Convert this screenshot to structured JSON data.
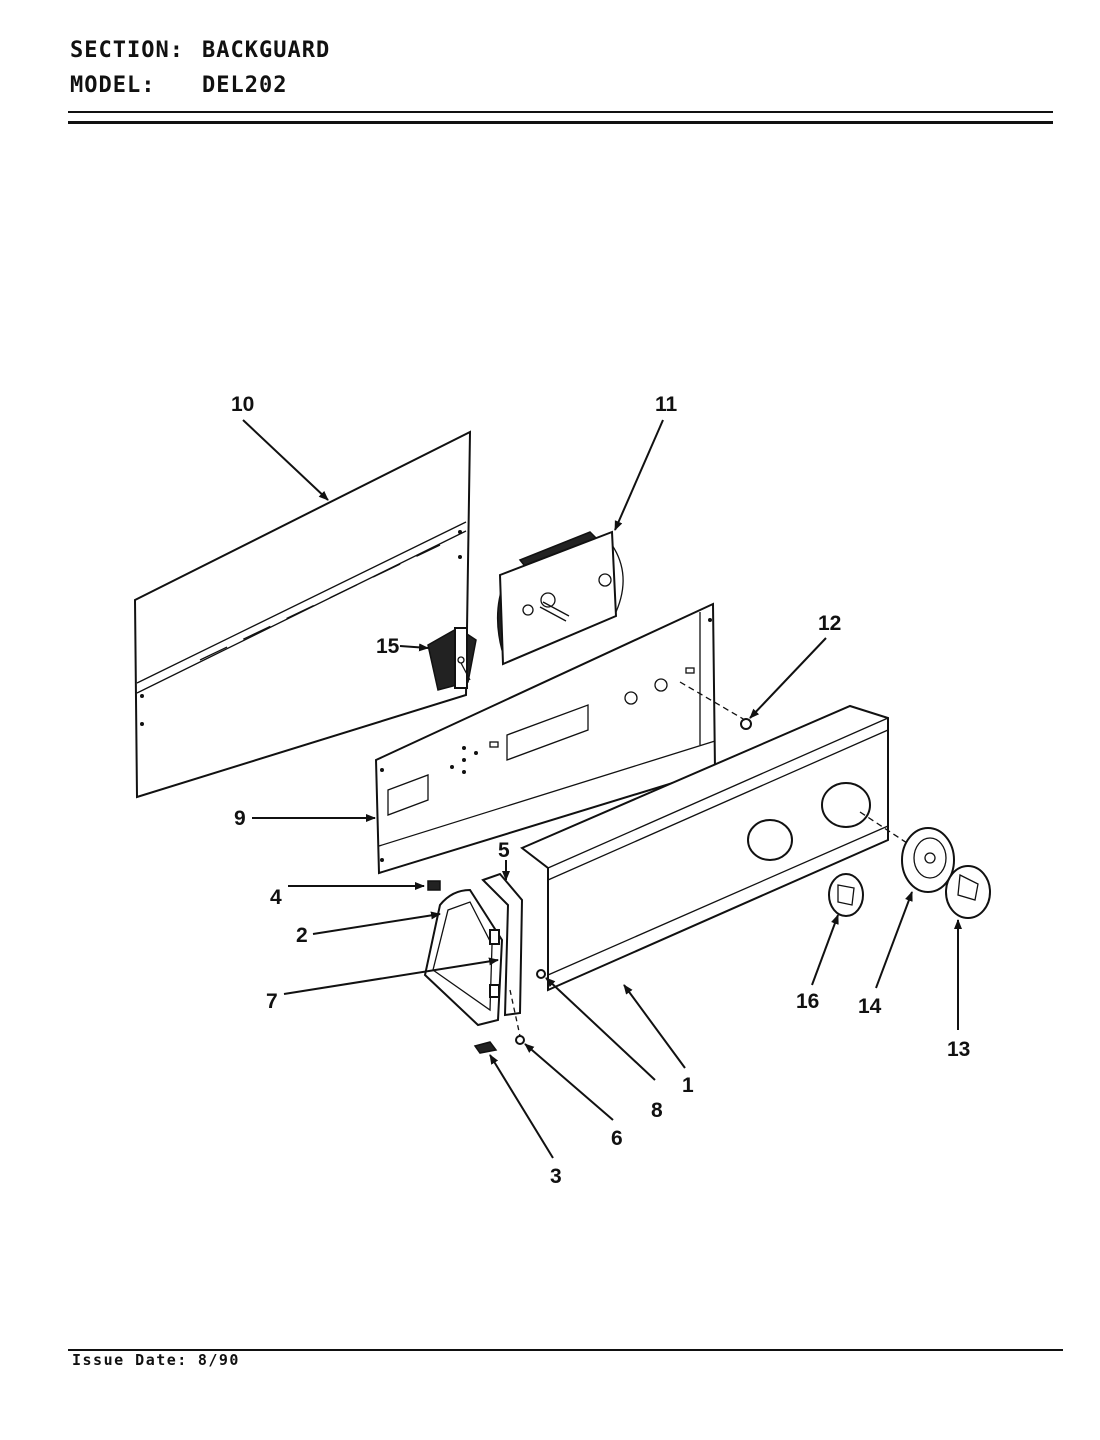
{
  "header": {
    "section_label": "SECTION:",
    "section_value": "BACKGUARD",
    "model_label": "MODEL:",
    "model_value": "DEL202"
  },
  "footer": {
    "issue_label": "Issue Date:",
    "issue_value": "8/90"
  },
  "callouts": {
    "c1": "1",
    "c2": "2",
    "c3": "3",
    "c4": "4",
    "c5": "5",
    "c6": "6",
    "c7": "7",
    "c8": "8",
    "c9": "9",
    "c10": "10",
    "c11": "11",
    "c12": "12",
    "c13": "13",
    "c14": "14",
    "c15": "15",
    "c16": "16"
  }
}
